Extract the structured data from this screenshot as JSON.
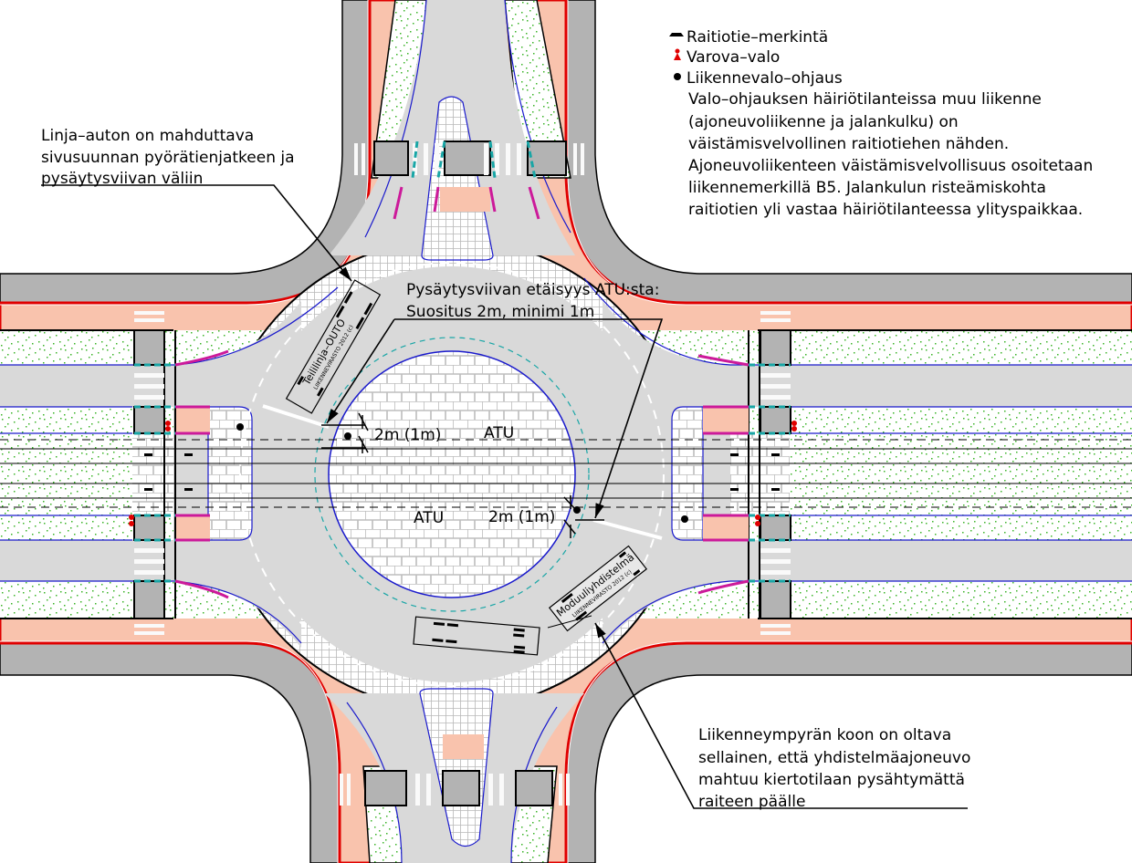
{
  "legend": {
    "items": [
      {
        "icon": "tram-sign-icon",
        "label": "Raitiotie–merkintä"
      },
      {
        "icon": "warning-light-icon",
        "label": "Varova–valo",
        "color": "#e00000"
      },
      {
        "icon": "traffic-signal-dot-icon",
        "label": "Liikennevalo–ohjaus"
      }
    ],
    "note_lines": [
      "Valo–ohjauksen häiriötilanteissa muu liikenne",
      "(ajoneuvoliikenne ja jalankulku) on",
      "väistämisvelvollinen raitiotiehen nähden.",
      "Ajoneuvoliikenteen väistämisvelvollisuus osoitetaan",
      "liikennemerkillä B5. Jalankulun risteämiskohta",
      "raitiotien yli vastaa häiriötilanteessa ylityspaikkaa."
    ]
  },
  "annotations": {
    "bus": [
      "Linja–auton on mahduttava",
      "sivusuunnan pyörätienjatkeen ja",
      "pysäytysviivan väliin"
    ],
    "stopline": [
      "Pysäytysviivan etäisyys ATU:sta:",
      "Suositus 2m, minimi 1m"
    ],
    "roundabout": [
      "Liikenneympyrän koon on oltava",
      "sellainen, että yhdistelmäajoneuvo",
      "mahtuu kiertotilaan pysähtymättä",
      "raiteen päälle"
    ],
    "dim_top": "2m (1m)",
    "dim_bottom": "2m (1m)",
    "atu_top": "ATU",
    "atu_bottom": "ATU"
  },
  "vehicles": {
    "bus": {
      "name": "Teililinja–OUTO",
      "source": "LIIKENNEVIRASTO 2012 (c)"
    },
    "truck": {
      "name": "Moduuliyhdistelmä",
      "source": "LIIKENNEVIRASTO 2012 (c)"
    }
  },
  "colors": {
    "cycleway": "#f9c3ad",
    "carriageway": "#d9d9d9",
    "curb_area": "#b3b3b3",
    "green_area": "#3cb42a",
    "edge_line": "#1a1acc",
    "crossing_edge": "#19a6a6",
    "cycle_crossing": "#cc1a9a",
    "signal": "#e00000"
  }
}
